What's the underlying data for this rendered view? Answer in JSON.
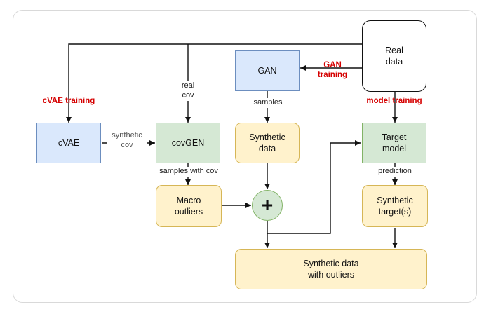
{
  "nodes": {
    "real_data": "Real\ndata",
    "gan": "GAN",
    "cvae": "cVAE",
    "covgen": "covGEN",
    "synthetic_data": "Synthetic\ndata",
    "target_model": "Target\nmodel",
    "macro_outliers": "Macro\noutliers",
    "combine": "+",
    "synthetic_targets": "Synthetic\ntarget(s)",
    "synthetic_data_with_outliers": "Synthetic data\nwith outliers"
  },
  "edge_labels": {
    "real_cov": "real\ncov",
    "samples": "samples",
    "synthetic_cov": "synthetic\ncov",
    "samples_with_cov": "samples with cov",
    "prediction": "prediction"
  },
  "training_labels": {
    "cvae_training": "cVAE training",
    "gan_training": "GAN\ntraining",
    "model_training": "model training"
  },
  "colors": {
    "blue_fill": "#dae8fc",
    "green_fill": "#d5e8d4",
    "yellow_fill": "#fff2cc",
    "training_label": "#d50000"
  }
}
